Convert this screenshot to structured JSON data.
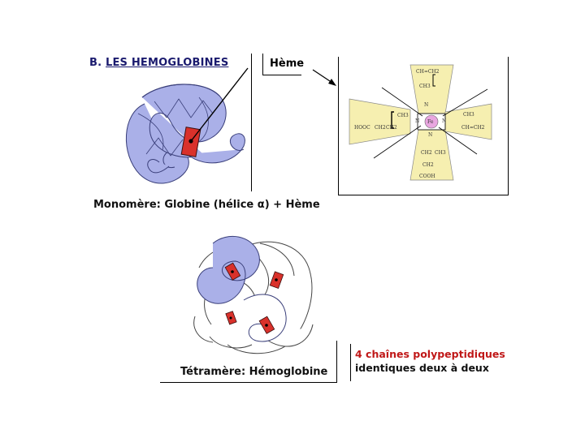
{
  "title": {
    "prefix": "B. ",
    "main": "LES HEMOGLOBINES"
  },
  "heme_label": "Hème",
  "monomer_caption": "Monomère: Globine (hélice α) + Hème",
  "tetramer_caption": {
    "prefix": "Tétramère: ",
    "name": "Hémoglobine"
  },
  "chains_text": {
    "line1": "4 chaînes polypeptidiques",
    "line2": "identiques deux à deux"
  },
  "heme_structure": {
    "group_labels": [
      "CH3",
      "CH=CH2",
      "CH3",
      "CH=CH2",
      "CH3",
      "CH3",
      "HOOC",
      "CH2",
      "CH2",
      "CH2",
      "COOH",
      "N",
      "N",
      "N",
      "N",
      "Fe"
    ]
  },
  "colors": {
    "globin": "#aab0e8",
    "globin_outline": "#3a3f7a",
    "heme": "#d9312b",
    "chain_text": "#c01818",
    "heme_panel": "#f6efb0",
    "iron": "#e9a6e0"
  }
}
